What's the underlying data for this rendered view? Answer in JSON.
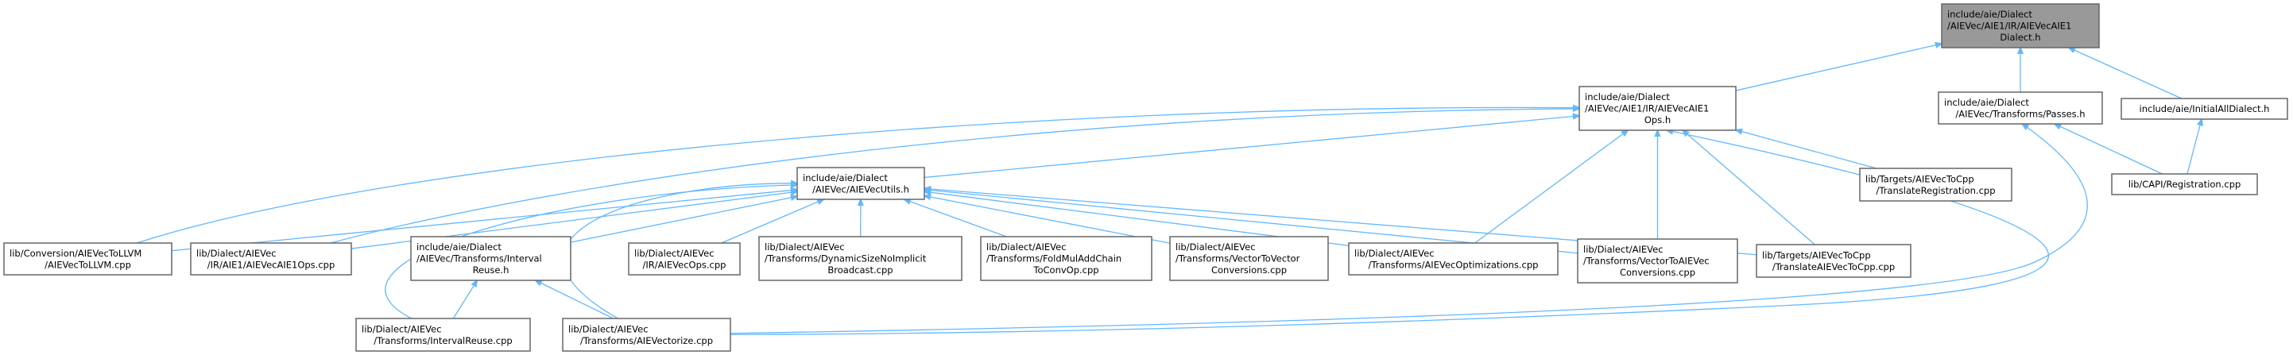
{
  "colors": {
    "edge": "#63b8ff",
    "current_node_fill": "#999999",
    "node_border": "#666666"
  },
  "nodes": [
    {
      "id": "dialect_h",
      "current": true,
      "lines": [
        "include/aie/Dialect",
        "/AIEVec/AIE1/IR/AIEVecAIE1",
        "Dialect.h"
      ]
    },
    {
      "id": "ops_h",
      "lines": [
        "include/aie/Dialect",
        "/AIEVec/AIE1/IR/AIEVecAIE1",
        "Ops.h"
      ]
    },
    {
      "id": "passes_h",
      "lines": [
        "include/aie/Dialect",
        "/AIEVec/Transforms/Passes.h"
      ]
    },
    {
      "id": "initall_h",
      "lines": [
        "include/aie/InitialAllDialect.h"
      ]
    },
    {
      "id": "utils_h",
      "lines": [
        "include/aie/Dialect",
        "/AIEVec/AIEVecUtils.h"
      ]
    },
    {
      "id": "transreg_cpp",
      "lines": [
        "lib/Targets/AIEVecToCpp",
        "/TranslateRegistration.cpp"
      ]
    },
    {
      "id": "capireg_cpp",
      "lines": [
        "lib/CAPI/Registration.cpp"
      ]
    },
    {
      "id": "tollvm_cpp",
      "lines": [
        "lib/Conversion/AIEVecToLLVM",
        "/AIEVecToLLVM.cpp"
      ]
    },
    {
      "id": "aie1ops_cpp",
      "lines": [
        "lib/Dialect/AIEVec",
        "/IR/AIE1/AIEVecAIE1Ops.cpp"
      ]
    },
    {
      "id": "intreuse_h",
      "lines": [
        "include/aie/Dialect",
        "/AIEVec/Transforms/Interval",
        "Reuse.h"
      ]
    },
    {
      "id": "irops_cpp",
      "lines": [
        "lib/Dialect/AIEVec",
        "/IR/AIEVecOps.cpp"
      ]
    },
    {
      "id": "dynsize_cpp",
      "lines": [
        "lib/Dialect/AIEVec",
        "/Transforms/DynamicSizeNoImplicit",
        "Broadcast.cpp"
      ]
    },
    {
      "id": "foldmul_cpp",
      "lines": [
        "lib/Dialect/AIEVec",
        "/Transforms/FoldMulAddChain",
        "ToConvOp.cpp"
      ]
    },
    {
      "id": "vec2vec_cpp",
      "lines": [
        "lib/Dialect/AIEVec",
        "/Transforms/VectorToVector",
        "Conversions.cpp"
      ]
    },
    {
      "id": "opt_cpp",
      "lines": [
        "lib/Dialect/AIEVec",
        "/Transforms/AIEVecOptimizations.cpp"
      ]
    },
    {
      "id": "vec2aie_cpp",
      "lines": [
        "lib/Dialect/AIEVec",
        "/Transforms/VectorToAIEVec",
        "Conversions.cpp"
      ]
    },
    {
      "id": "transcpp_cpp",
      "lines": [
        "lib/Targets/AIEVecToCpp",
        "/TranslateAIEVecToCpp.cpp"
      ]
    },
    {
      "id": "intreuse_cpp",
      "lines": [
        "lib/Dialect/AIEVec",
        "/Transforms/IntervalReuse.cpp"
      ]
    },
    {
      "id": "vectorize_cpp",
      "lines": [
        "lib/Dialect/AIEVec",
        "/Transforms/AIEVectorize.cpp"
      ]
    }
  ],
  "edges": [
    {
      "from": "ops_h",
      "to": "dialect_h"
    },
    {
      "from": "passes_h",
      "to": "dialect_h"
    },
    {
      "from": "initall_h",
      "to": "dialect_h"
    },
    {
      "from": "capireg_cpp",
      "to": "passes_h"
    },
    {
      "from": "capireg_cpp",
      "to": "initall_h"
    },
    {
      "from": "vectorize_cpp",
      "to": "passes_h"
    },
    {
      "from": "transreg_cpp",
      "to": "ops_h"
    },
    {
      "from": "utils_h",
      "to": "ops_h"
    },
    {
      "from": "tollvm_cpp",
      "to": "ops_h"
    },
    {
      "from": "aie1ops_cpp",
      "to": "ops_h"
    },
    {
      "from": "opt_cpp",
      "to": "ops_h"
    },
    {
      "from": "vec2aie_cpp",
      "to": "ops_h"
    },
    {
      "from": "transcpp_cpp",
      "to": "ops_h"
    },
    {
      "from": "vectorize_cpp",
      "to": "ops_h"
    },
    {
      "from": "tollvm_cpp",
      "to": "utils_h"
    },
    {
      "from": "aie1ops_cpp",
      "to": "utils_h"
    },
    {
      "from": "intreuse_h",
      "to": "utils_h"
    },
    {
      "from": "irops_cpp",
      "to": "utils_h"
    },
    {
      "from": "dynsize_cpp",
      "to": "utils_h"
    },
    {
      "from": "foldmul_cpp",
      "to": "utils_h"
    },
    {
      "from": "vec2vec_cpp",
      "to": "utils_h"
    },
    {
      "from": "opt_cpp",
      "to": "utils_h"
    },
    {
      "from": "vec2aie_cpp",
      "to": "utils_h"
    },
    {
      "from": "transcpp_cpp",
      "to": "utils_h"
    },
    {
      "from": "intreuse_cpp",
      "to": "utils_h"
    },
    {
      "from": "vectorize_cpp",
      "to": "utils_h"
    },
    {
      "from": "intreuse_cpp",
      "to": "intreuse_h"
    },
    {
      "from": "vectorize_cpp",
      "to": "intreuse_h"
    }
  ]
}
